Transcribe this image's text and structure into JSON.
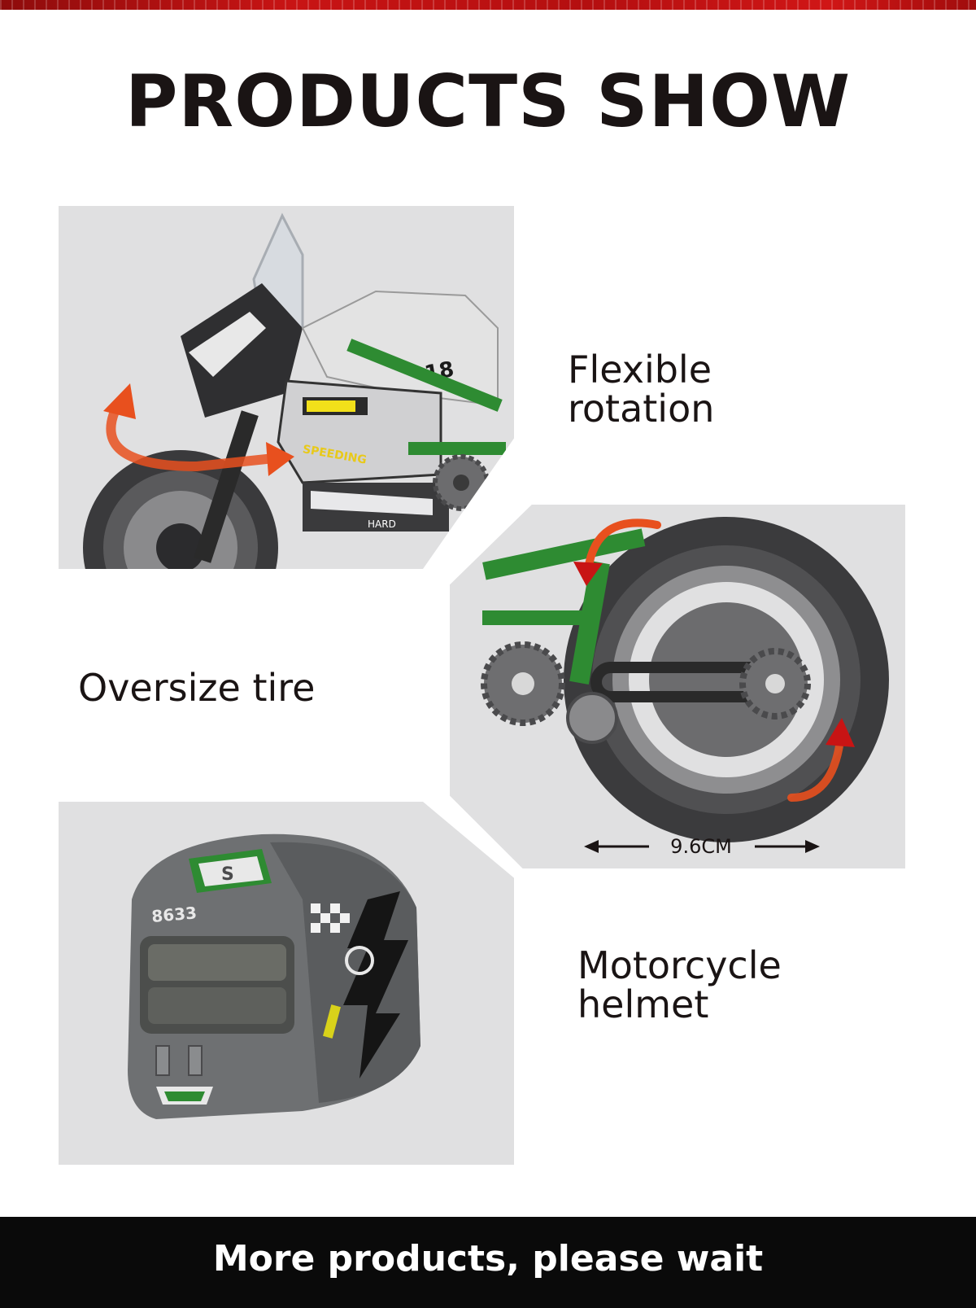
{
  "header": {
    "title": "PRODUCTS SHOW"
  },
  "features": [
    {
      "caption": "Flexible rotation",
      "image": "motorcycle-front-fork"
    },
    {
      "caption": "Oversize tire",
      "image": "motorcycle-rear-wheel"
    },
    {
      "caption": "Motorcycle helmet",
      "image": "brick-helmet"
    }
  ],
  "dimension": {
    "label": "9.6CM"
  },
  "model_markings": {
    "number": "18",
    "speeding": "SPEEDING",
    "hard": "HARD",
    "helmet_code": "8633",
    "badge": "S"
  },
  "footer": {
    "text": "More products, please wait"
  },
  "colors": {
    "accent_red": "#c81414",
    "frame_green": "#2e8b32",
    "panel_gray": "#e0e0e1",
    "arrow_orange": "#e8501e"
  }
}
